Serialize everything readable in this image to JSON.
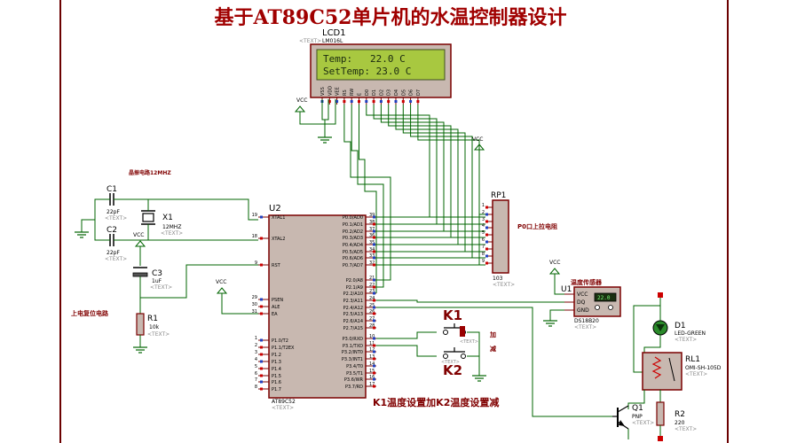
{
  "title": "基于AT89C52单片机的水温控制器设计",
  "lcd": {
    "ref": "LCD1",
    "part": "LM016L",
    "text_tag": "<TEXT>",
    "line1": "Temp:   22.0 C",
    "line2": "SetTemp: 23.0 C",
    "pins": [
      "VSS",
      "VDD",
      "VEE",
      "RS",
      "RW",
      "E",
      "D0",
      "D1",
      "D2",
      "D3",
      "D4",
      "D5",
      "D6",
      "D7"
    ]
  },
  "vcc": "VCC",
  "crystal_label": "晶振电路12MHZ",
  "reset_label": "上电复位电路",
  "c1": {
    "ref": "C1",
    "val": "22pF",
    "text": "<TEXT>"
  },
  "c2": {
    "ref": "C2",
    "val": "22pF",
    "text": "<TEXT>"
  },
  "x1": {
    "ref": "X1",
    "val": "12MHZ",
    "text": "<TEXT>"
  },
  "c3": {
    "ref": "C3",
    "val": "1uF",
    "text": "<TEXT>"
  },
  "r1": {
    "ref": "R1",
    "val": "10k",
    "text": "<TEXT>"
  },
  "mcu": {
    "ref": "U2",
    "part": "AT89C52",
    "text_tag": "<TEXT>",
    "left_pins": [
      {
        "num": "19",
        "name": "XTAL1"
      },
      {
        "num": "18",
        "name": "XTAL2"
      },
      {
        "num": "9",
        "name": "RST"
      },
      {
        "num": "29",
        "name": "PSEN"
      },
      {
        "num": "30",
        "name": "ALE"
      },
      {
        "num": "31",
        "name": "EA"
      },
      {
        "num": "1",
        "name": "P1.0/T2"
      },
      {
        "num": "2",
        "name": "P1.1/T2EX"
      },
      {
        "num": "3",
        "name": "P1.2"
      },
      {
        "num": "4",
        "name": "P1.3"
      },
      {
        "num": "5",
        "name": "P1.4"
      },
      {
        "num": "6",
        "name": "P1.5"
      },
      {
        "num": "7",
        "name": "P1.6"
      },
      {
        "num": "8",
        "name": "P1.7"
      }
    ],
    "right_pins": [
      {
        "num": "39",
        "name": "P0.0/AD0"
      },
      {
        "num": "38",
        "name": "P0.1/AD1"
      },
      {
        "num": "37",
        "name": "P0.2/AD2"
      },
      {
        "num": "36",
        "name": "P0.3/AD3"
      },
      {
        "num": "35",
        "name": "P0.4/AD4"
      },
      {
        "num": "34",
        "name": "P0.5/AD5"
      },
      {
        "num": "33",
        "name": "P0.6/AD6"
      },
      {
        "num": "32",
        "name": "P0.7/AD7"
      },
      {
        "num": "21",
        "name": "P2.0/A8"
      },
      {
        "num": "22",
        "name": "P2.1/A9"
      },
      {
        "num": "23",
        "name": "P2.2/A10"
      },
      {
        "num": "24",
        "name": "P2.3/A11"
      },
      {
        "num": "25",
        "name": "P2.4/A12"
      },
      {
        "num": "26",
        "name": "P2.5/A13"
      },
      {
        "num": "27",
        "name": "P2.6/A14"
      },
      {
        "num": "28",
        "name": "P2.7/A15"
      },
      {
        "num": "10",
        "name": "P3.0/RXD"
      },
      {
        "num": "11",
        "name": "P3.1/TXD"
      },
      {
        "num": "12",
        "name": "P3.2/INT0"
      },
      {
        "num": "13",
        "name": "P3.3/INT1"
      },
      {
        "num": "14",
        "name": "P3.4/T0"
      },
      {
        "num": "15",
        "name": "P3.5/T1"
      },
      {
        "num": "16",
        "name": "P3.6/WR"
      },
      {
        "num": "17",
        "name": "P3.7/RD"
      }
    ]
  },
  "rp1": {
    "ref": "RP1",
    "val": "103",
    "text": "<TEXT>",
    "pins": [
      "1",
      "2",
      "3",
      "4",
      "5",
      "6",
      "7",
      "8",
      "9"
    ],
    "label": "P0口上拉电阻"
  },
  "sensor": {
    "ref": "U1",
    "label": "温度传感器",
    "part": "DS18B20",
    "text": "<TEXT>",
    "pins": [
      "VCC",
      "DQ",
      "GND"
    ],
    "display": "22.0"
  },
  "k1": {
    "ref": "K1",
    "text": "<TEXT>",
    "action": "加"
  },
  "k2": {
    "ref": "K2",
    "text": "<TEXT>",
    "action": "减"
  },
  "key_note": "K1温度设置加K2温度设置减",
  "d1": {
    "ref": "D1",
    "part": "LED-GREEN",
    "text": "<TEXT>"
  },
  "rl1": {
    "ref": "RL1",
    "part": "OMI-SH-105D",
    "text": "<TEXT>"
  },
  "q1": {
    "ref": "Q1",
    "part": "PNP",
    "text": "<TEXT>"
  },
  "r2": {
    "ref": "R2",
    "val": "220",
    "text": "<TEXT>"
  },
  "colors": {
    "wire": "#006400",
    "body": "#c8b8b0",
    "border": "#7a0000",
    "label": "#800000",
    "title": "#a00000",
    "lcd_bg": "#a8c840",
    "lcd_text": "#1a2a10"
  }
}
